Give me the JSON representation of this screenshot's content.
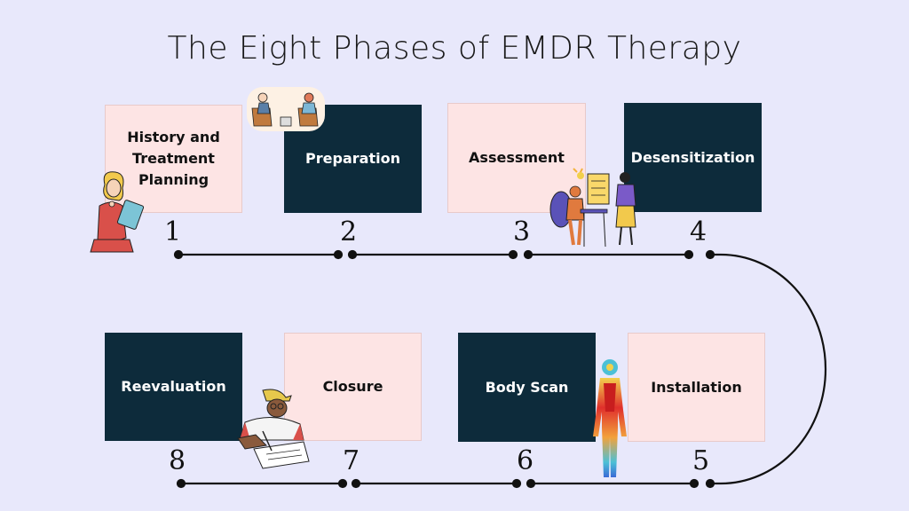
{
  "title": "The Eight Phases of EMDR Therapy",
  "phases": [
    {
      "number": "1",
      "label": "History and Treatment Planning"
    },
    {
      "number": "2",
      "label": "Preparation"
    },
    {
      "number": "3",
      "label": "Assessment"
    },
    {
      "number": "4",
      "label": "Desensitization"
    },
    {
      "number": "5",
      "label": "Installation"
    },
    {
      "number": "6",
      "label": "Body Scan"
    },
    {
      "number": "7",
      "label": "Closure"
    },
    {
      "number": "8",
      "label": "Reevaluation"
    }
  ],
  "colors": {
    "background": "#e8e8fb",
    "dark_card": "#0d2b3b",
    "light_card": "#fde4e4",
    "line": "#111111"
  },
  "illustrations": [
    "woman-with-clipboard-illustration",
    "therapy-session-illustration",
    "people-at-chart-illustration",
    "student-writing-illustration",
    "body-heatmap-illustration"
  ]
}
